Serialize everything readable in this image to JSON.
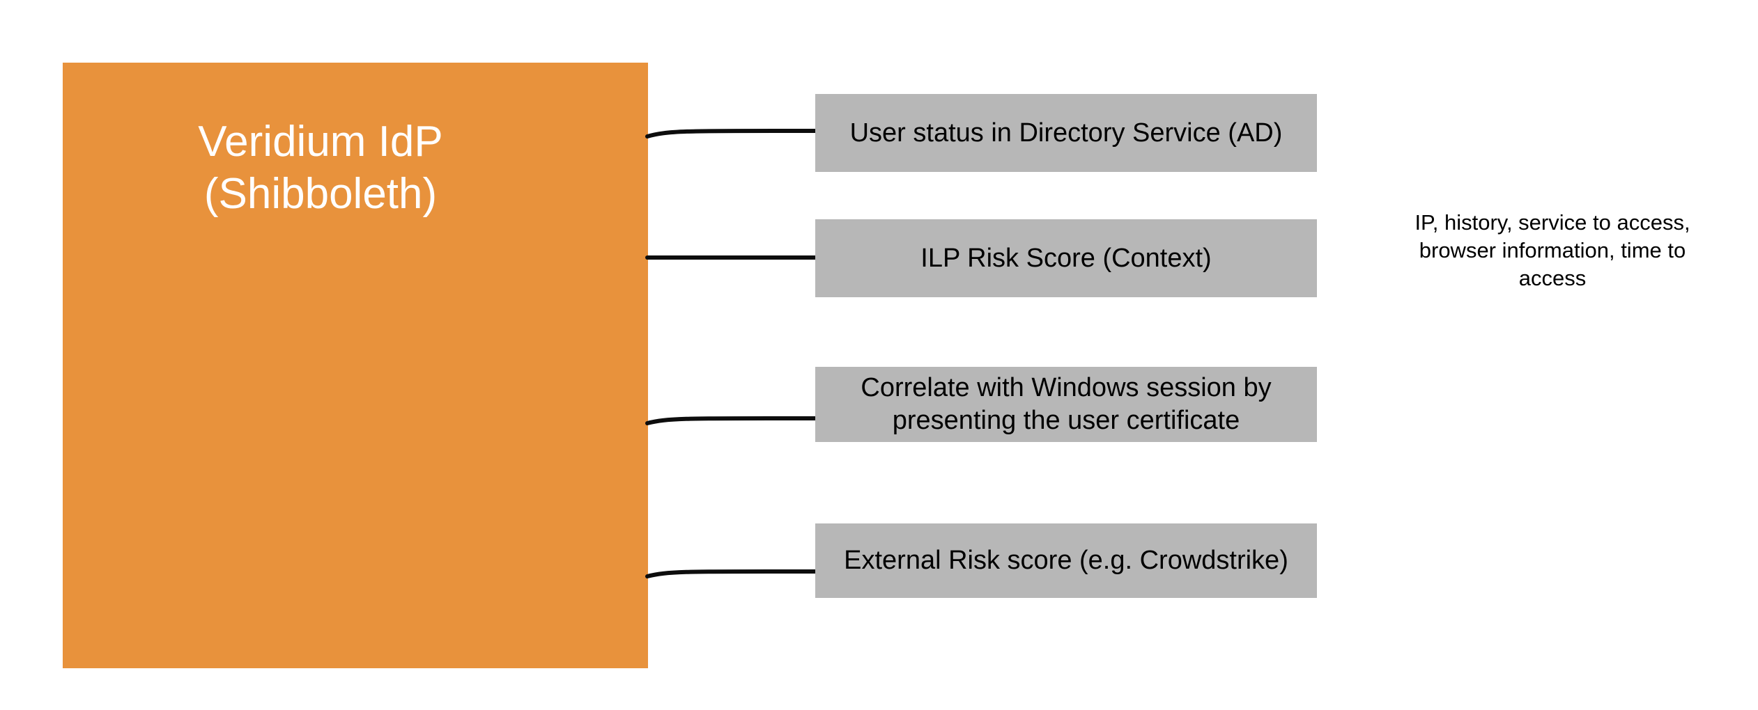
{
  "colors": {
    "canvas_bg": "#ffffff",
    "idp_box": "#E8923C",
    "idp_text": "#ffffff",
    "source_box": "#B7B7B7",
    "source_text": "#000000",
    "connector": "#0d0d0d"
  },
  "idp_box": {
    "lines": [
      "Veridium IdP",
      "(Shibboleth)"
    ]
  },
  "sources": [
    {
      "label": "User status in Directory Service (AD)"
    },
    {
      "label": "ILP Risk Score (Context)"
    },
    {
      "label": "Correlate with Windows session by presenting the user certificate"
    },
    {
      "label": "External Risk score (e.g. Crowdstrike)"
    }
  ],
  "annotation": {
    "lines": [
      "IP, history, service to access,",
      "browser information, time to",
      "access"
    ]
  }
}
